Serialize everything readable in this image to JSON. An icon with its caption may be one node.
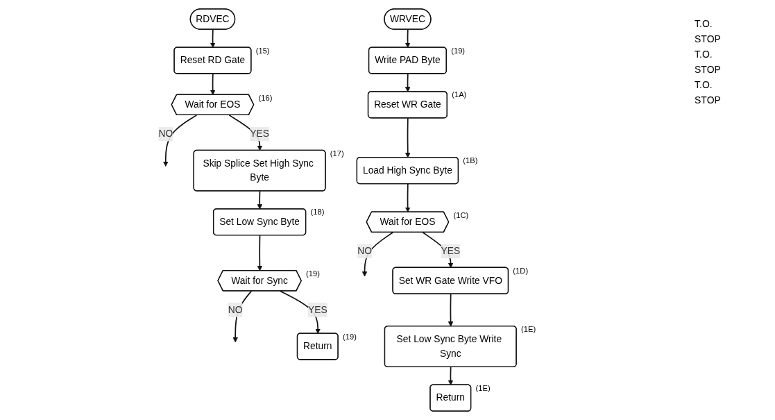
{
  "diagram": {
    "nodes": [
      {
        "text": [
          "RDVEC"
        ]
      },
      {
        "text": [
          "Reset RD Gate"
        ],
        "beside": [
          "(15)"
        ]
      },
      {
        "text": [
          "Wait for EOS"
        ],
        "beside": [
          "(16)"
        ]
      },
      {
        "text": [
          "Skip Splice Set High Sync Byte"
        ],
        "beside": [
          "(17)"
        ]
      },
      {
        "text": [
          "Set Low Sync Byte"
        ],
        "beside": [
          "(18)"
        ]
      },
      {
        "text": [
          "Wait for Sync"
        ],
        "beside": [
          "(19)"
        ]
      },
      {
        "text": [
          "Return"
        ],
        "beside": [
          "(19)"
        ]
      },
      {
        "text": [
          "WRVEC"
        ]
      },
      {
        "text": [
          "Write PAD Byte"
        ],
        "beside": [
          "(19)"
        ]
      },
      {
        "text": [
          "Reset WR Gate"
        ],
        "beside": [
          "(1A)"
        ]
      },
      {
        "text": [
          "Load High Sync Byte"
        ],
        "beside": [
          "(1B)"
        ]
      },
      {
        "text": [
          "Wait for EOS"
        ],
        "beside": [
          "(1C)"
        ]
      },
      {
        "text": [
          "Set WR Gate Write VFO"
        ],
        "beside": [
          "(1D)"
        ]
      },
      {
        "text": [
          "Set Low Sync Byte Write Sync"
        ],
        "beside": [
          "(1E)"
        ]
      },
      {
        "text": [
          "Return"
        ],
        "beside": [
          "(1E)"
        ]
      }
    ],
    "edges": [
      {
        "from": 0,
        "to": 1,
        "arrow": "to"
      },
      {
        "from": 1,
        "to": 2,
        "arrow": "to"
      },
      {
        "from": 2,
        "to": null,
        "arrow": "to",
        "label": "NO"
      },
      {
        "from": 2,
        "to": 3,
        "arrow": "to",
        "label": "YES"
      },
      {
        "from": 3,
        "to": 4,
        "arrow": "to"
      },
      {
        "from": 4,
        "to": 5,
        "arrow": "to"
      },
      {
        "from": 5,
        "to": null,
        "arrow": "to",
        "label": "NO"
      },
      {
        "from": 5,
        "to": 6,
        "arrow": "to",
        "label": "YES"
      },
      {
        "from": 7,
        "to": 8,
        "arrow": "to"
      },
      {
        "from": 8,
        "to": 9,
        "arrow": "to"
      },
      {
        "from": 9,
        "to": 10,
        "arrow": "to"
      },
      {
        "from": 10,
        "to": 11,
        "arrow": "to"
      },
      {
        "from": 11,
        "to": null,
        "arrow": "to",
        "label": "NO"
      },
      {
        "from": 11,
        "to": 12,
        "arrow": "to",
        "label": "YES"
      },
      {
        "from": 12,
        "to": 13,
        "arrow": "to"
      },
      {
        "from": 13,
        "to": 14,
        "arrow": "to"
      }
    ],
    "labels": [
      "T.O.",
      "STOP",
      "T.O.",
      "STOP",
      "T.O.",
      "STOP"
    ]
  }
}
